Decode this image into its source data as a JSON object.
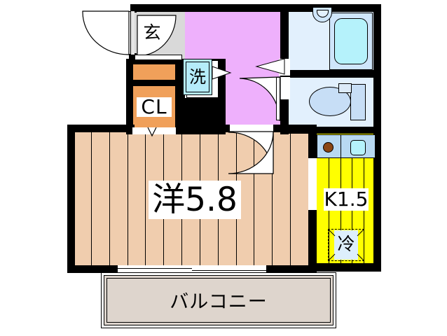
{
  "plan": {
    "title": "apartment-floor-plan",
    "rooms": [
      {
        "key": "entrance",
        "label": "玄",
        "name": "entrance-genkan",
        "fill": "#d9d9d9"
      },
      {
        "key": "hallway",
        "label": "",
        "name": "hallway-corridor",
        "fill": "#eeb0fc"
      },
      {
        "key": "closet",
        "label": "CL",
        "name": "closet",
        "fill": "#f0a05a"
      },
      {
        "key": "washer",
        "label": "洗",
        "name": "washing-machine-space",
        "fill": "#b5ecfa"
      },
      {
        "key": "bath",
        "label": "",
        "name": "bathroom-unit-bath",
        "fill": "#e2f0fd"
      },
      {
        "key": "toilet",
        "label": "",
        "name": "toilet-room",
        "fill": "#e2f0fd"
      },
      {
        "key": "main_room",
        "label": "洋5.8",
        "name": "western-room",
        "fill": "#f0cdae"
      },
      {
        "key": "kitchen",
        "label": "K1.5",
        "name": "kitchen",
        "fill": "#ffff00"
      },
      {
        "key": "fridge",
        "label": "冷",
        "name": "refrigerator-space",
        "fill": "#ddeffc"
      },
      {
        "key": "balcony",
        "label": "バルコニー",
        "name": "balcony",
        "fill": "#ded5cd"
      }
    ],
    "fixtures": [
      {
        "key": "bathtub",
        "name": "bathtub-icon",
        "fill": "#b5f2fb"
      },
      {
        "key": "bath_basin",
        "name": "bath-basin-icon",
        "fill": "#cfe6fb"
      },
      {
        "key": "toilet_bowl",
        "name": "toilet-bowl-icon",
        "fill": "#c7def6"
      },
      {
        "key": "toilet_tank",
        "name": "toilet-tank-icon",
        "fill": "#c7def6"
      },
      {
        "key": "kitchen_sink",
        "name": "kitchen-sink-icon",
        "fill": "#b5f2fb"
      },
      {
        "key": "stove_burner",
        "name": "stove-burner-icon",
        "fill": "#8b4513"
      },
      {
        "key": "counter",
        "name": "kitchen-counter",
        "fill": "#b8d9f2"
      }
    ],
    "doors": [
      {
        "key": "front_door",
        "name": "front-entrance-door",
        "type": "swing"
      },
      {
        "key": "genkan_door",
        "name": "genkan-inner-door",
        "type": "swing"
      },
      {
        "key": "room_door",
        "name": "room-entry-door",
        "type": "swing"
      },
      {
        "key": "bath_door",
        "name": "bathroom-door",
        "type": "swing"
      },
      {
        "key": "toilet_door",
        "name": "toilet-door",
        "type": "swing"
      },
      {
        "key": "balcony_door",
        "name": "balcony-sliding-door",
        "type": "sliding"
      },
      {
        "key": "closet_door",
        "name": "closet-door",
        "type": "folding"
      }
    ],
    "colors": {
      "wall": "#000000",
      "floor_wood": "#f0cdae",
      "hallway": "#eeb0fc",
      "kitchen": "#ffff00",
      "closet": "#f0a05a",
      "water_blue": "#e2f0fd",
      "fixture_blue": "#b5f2fb",
      "balcony": "#ded5cd",
      "entrance_gray": "#d9d9d9",
      "white": "#ffffff"
    }
  }
}
